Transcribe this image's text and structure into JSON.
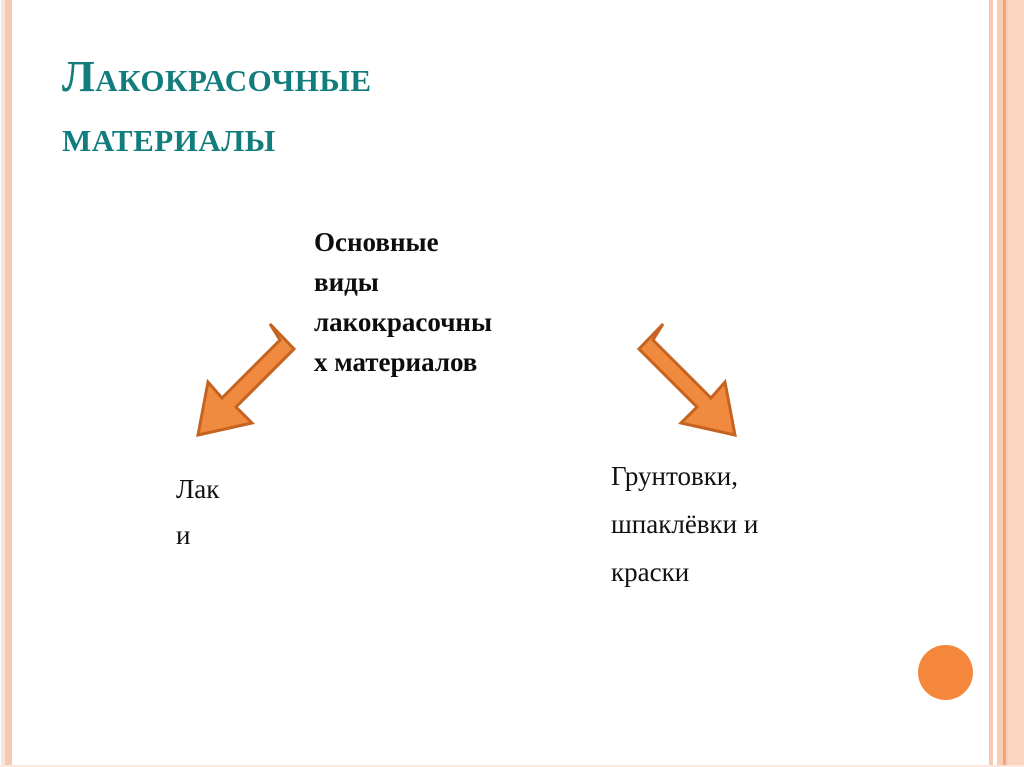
{
  "slide": {
    "title": "Лакокрасочные\nматериалы",
    "title_color": "#127d7d",
    "background_color": "#ffffff"
  },
  "diagram": {
    "type": "tree",
    "root": {
      "text": "Основные\nвиды\nлакокрасочны\nх материалов",
      "text_color": "#0d0d0d"
    },
    "branches": [
      {
        "direction": "down-left",
        "label": "Лак\nи",
        "arrow_fill": "#f08a3e",
        "arrow_stroke": "#c46420"
      },
      {
        "direction": "down-right",
        "label": "Грунтовки,\nшпаклёвки и\nкраски",
        "arrow_fill": "#f08a3e",
        "arrow_stroke": "#c46420"
      }
    ]
  },
  "decor": {
    "circle_color": "#f5873c",
    "stripe_peach": "#f8c9b2",
    "stripe_pale": "#fbd5c0",
    "stripe_line": "#f0a477",
    "stripe_faint": "#f7e6de"
  }
}
